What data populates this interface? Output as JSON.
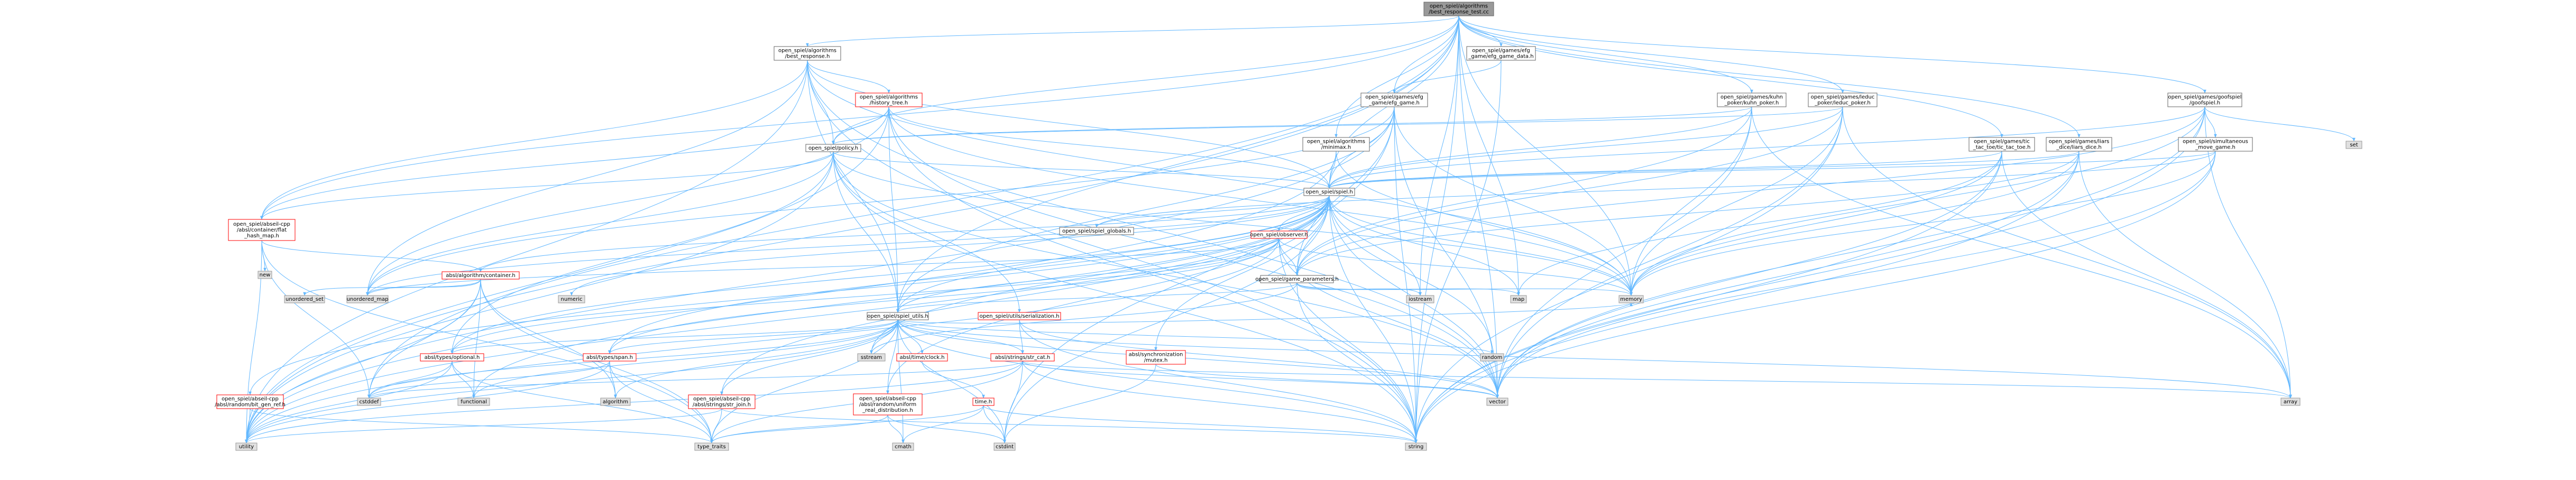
{
  "colors": {
    "root_fill": "#999999",
    "root_border": "#666666",
    "doc_fill": "#ffffff",
    "doc_border": "#666666",
    "incomplete_border": "#ff0000",
    "system_fill": "#e0e0e0",
    "system_border": "#999999",
    "edge": "#63b8ff"
  },
  "nodes": [
    {
      "id": "root",
      "kind": "root",
      "lines": [
        "open_spiel/algorithms",
        "/best_response_test.cc"
      ]
    },
    {
      "id": "br_h",
      "kind": "doc",
      "lines": [
        "open_spiel/algorithms",
        "/best_response.h"
      ]
    },
    {
      "id": "efg_game_data",
      "kind": "doc",
      "lines": [
        "open_spiel/games/efg",
        "_game/efg_game_data.h"
      ]
    },
    {
      "id": "kuhn",
      "kind": "doc",
      "lines": [
        "open_spiel/games/kuhn",
        "_poker/kuhn_poker.h"
      ]
    },
    {
      "id": "leduc",
      "kind": "doc",
      "lines": [
        "open_spiel/games/leduc",
        "_poker/leduc_poker.h"
      ]
    },
    {
      "id": "goofspiel",
      "kind": "doc",
      "lines": [
        "open_spiel/games/goofspiel",
        "/goofspiel.h"
      ]
    },
    {
      "id": "history_tree",
      "kind": "incomplete",
      "lines": [
        "open_spiel/algorithms",
        "/history_tree.h"
      ]
    },
    {
      "id": "efg_game",
      "kind": "doc",
      "lines": [
        "open_spiel/games/efg",
        "_game/efg_game.h"
      ]
    },
    {
      "id": "tic_tac_toe",
      "kind": "doc",
      "lines": [
        "open_spiel/games/tic",
        "_tac_toe/tic_tac_toe.h"
      ]
    },
    {
      "id": "liars_dice",
      "kind": "doc",
      "lines": [
        "open_spiel/games/liars",
        "_dice/liars_dice.h"
      ]
    },
    {
      "id": "simmove",
      "kind": "doc",
      "lines": [
        "open_spiel/simultaneous",
        "_move_game.h"
      ]
    },
    {
      "id": "set",
      "kind": "system",
      "lines": [
        "set"
      ]
    },
    {
      "id": "policy",
      "kind": "doc",
      "lines": [
        "open_spiel/policy.h"
      ]
    },
    {
      "id": "minimax",
      "kind": "doc",
      "lines": [
        "open_spiel/algorithms",
        "/minimax.h"
      ]
    },
    {
      "id": "spiel",
      "kind": "doc",
      "lines": [
        "open_spiel/spiel.h"
      ]
    },
    {
      "id": "flat_hash_map",
      "kind": "incomplete",
      "lines": [
        "open_spiel/abseil-cpp",
        "/absl/container/flat",
        "_hash_map.h"
      ]
    },
    {
      "id": "spiel_globals",
      "kind": "doc",
      "lines": [
        "open_spiel/spiel_globals.h"
      ]
    },
    {
      "id": "observer",
      "kind": "incomplete",
      "lines": [
        "open_spiel/observer.h"
      ]
    },
    {
      "id": "new",
      "kind": "system",
      "lines": [
        "new"
      ]
    },
    {
      "id": "absl_container",
      "kind": "incomplete",
      "lines": [
        "absl/algorithm/container.h"
      ]
    },
    {
      "id": "game_parameters",
      "kind": "doc",
      "lines": [
        "open_spiel/game_parameters.h"
      ]
    },
    {
      "id": "unordered_set",
      "kind": "system",
      "lines": [
        "unordered_set"
      ]
    },
    {
      "id": "unordered_map",
      "kind": "system",
      "lines": [
        "unordered_map"
      ]
    },
    {
      "id": "numeric",
      "kind": "system",
      "lines": [
        "numeric"
      ]
    },
    {
      "id": "spiel_utils",
      "kind": "doc",
      "lines": [
        "open_spiel/spiel_utils.h"
      ]
    },
    {
      "id": "serialization",
      "kind": "incomplete",
      "lines": [
        "open_spiel/utils/serialization.h"
      ]
    },
    {
      "id": "iostream",
      "kind": "system",
      "lines": [
        "iostream"
      ]
    },
    {
      "id": "map",
      "kind": "system",
      "lines": [
        "map"
      ]
    },
    {
      "id": "memory",
      "kind": "system",
      "lines": [
        "memory"
      ]
    },
    {
      "id": "types_optional",
      "kind": "incomplete",
      "lines": [
        "absl/types/optional.h"
      ]
    },
    {
      "id": "types_span",
      "kind": "incomplete",
      "lines": [
        "absl/types/span.h"
      ]
    },
    {
      "id": "time_clock",
      "kind": "incomplete",
      "lines": [
        "absl/time/clock.h"
      ]
    },
    {
      "id": "str_cat",
      "kind": "incomplete",
      "lines": [
        "absl/strings/str_cat.h"
      ]
    },
    {
      "id": "sstream",
      "kind": "system",
      "lines": [
        "sstream"
      ]
    },
    {
      "id": "mutex",
      "kind": "incomplete",
      "lines": [
        "absl/synchronization",
        "/mutex.h"
      ]
    },
    {
      "id": "random",
      "kind": "system",
      "lines": [
        "random"
      ]
    },
    {
      "id": "bit_gen_ref",
      "kind": "incomplete",
      "lines": [
        "open_spiel/abseil-cpp",
        "/absl/random/bit_gen_ref.h"
      ]
    },
    {
      "id": "cstddef",
      "kind": "system",
      "lines": [
        "cstddef"
      ]
    },
    {
      "id": "functional",
      "kind": "system",
      "lines": [
        "functional"
      ]
    },
    {
      "id": "algorithm",
      "kind": "system",
      "lines": [
        "algorithm"
      ]
    },
    {
      "id": "str_join",
      "kind": "incomplete",
      "lines": [
        "open_spiel/abseil-cpp",
        "/absl/strings/str_join.h"
      ]
    },
    {
      "id": "uniform_real",
      "kind": "incomplete",
      "lines": [
        "open_spiel/abseil-cpp",
        "/absl/random/uniform",
        "_real_distribution.h"
      ]
    },
    {
      "id": "time_h",
      "kind": "incomplete",
      "lines": [
        "time.h"
      ]
    },
    {
      "id": "vector",
      "kind": "system",
      "lines": [
        "vector"
      ]
    },
    {
      "id": "array",
      "kind": "system",
      "lines": [
        "array"
      ]
    },
    {
      "id": "utility",
      "kind": "system",
      "lines": [
        "utility"
      ]
    },
    {
      "id": "type_traits",
      "kind": "system",
      "lines": [
        "type_traits"
      ]
    },
    {
      "id": "cmath",
      "kind": "system",
      "lines": [
        "cmath"
      ]
    },
    {
      "id": "cstdint",
      "kind": "system",
      "lines": [
        "cstdint"
      ]
    },
    {
      "id": "string",
      "kind": "system",
      "lines": [
        "string"
      ]
    }
  ],
  "edges": [
    [
      "root",
      "br_h"
    ],
    [
      "root",
      "efg_game_data"
    ],
    [
      "root",
      "kuhn"
    ],
    [
      "root",
      "leduc"
    ],
    [
      "root",
      "goofspiel"
    ],
    [
      "root",
      "tic_tac_toe"
    ],
    [
      "root",
      "liars_dice"
    ],
    [
      "root",
      "policy"
    ],
    [
      "root",
      "spiel"
    ],
    [
      "root",
      "spiel_utils"
    ],
    [
      "root",
      "efg_game"
    ],
    [
      "root",
      "minimax"
    ],
    [
      "root",
      "flat_hash_map"
    ],
    [
      "root",
      "cstddef"
    ],
    [
      "root",
      "memory"
    ],
    [
      "root",
      "string"
    ],
    [
      "root",
      "vector"
    ],
    [
      "root",
      "utility"
    ],
    [
      "root",
      "iostream"
    ],
    [
      "root",
      "map"
    ],
    [
      "br_h",
      "history_tree"
    ],
    [
      "br_h",
      "policy"
    ],
    [
      "br_h",
      "spiel"
    ],
    [
      "br_h",
      "spiel_utils"
    ],
    [
      "br_h",
      "flat_hash_map"
    ],
    [
      "br_h",
      "unordered_map"
    ],
    [
      "br_h",
      "memory"
    ],
    [
      "br_h",
      "string"
    ],
    [
      "br_h",
      "vector"
    ],
    [
      "br_h",
      "utility"
    ],
    [
      "efg_game_data",
      "efg_game"
    ],
    [
      "efg_game_data",
      "string"
    ],
    [
      "kuhn",
      "policy"
    ],
    [
      "kuhn",
      "spiel"
    ],
    [
      "kuhn",
      "game_parameters"
    ],
    [
      "kuhn",
      "memory"
    ],
    [
      "kuhn",
      "array"
    ],
    [
      "kuhn",
      "vector"
    ],
    [
      "leduc",
      "policy"
    ],
    [
      "leduc",
      "spiel"
    ],
    [
      "leduc",
      "game_parameters"
    ],
    [
      "leduc",
      "memory"
    ],
    [
      "leduc",
      "array"
    ],
    [
      "leduc",
      "vector"
    ],
    [
      "leduc",
      "string"
    ],
    [
      "goofspiel",
      "simmove"
    ],
    [
      "goofspiel",
      "spiel"
    ],
    [
      "goofspiel",
      "game_parameters"
    ],
    [
      "goofspiel",
      "set"
    ],
    [
      "goofspiel",
      "memory"
    ],
    [
      "goofspiel",
      "string"
    ],
    [
      "goofspiel",
      "vector"
    ],
    [
      "goofspiel",
      "array"
    ],
    [
      "history_tree",
      "policy"
    ],
    [
      "history_tree",
      "spiel"
    ],
    [
      "history_tree",
      "flat_hash_map"
    ],
    [
      "history_tree",
      "spiel_utils"
    ],
    [
      "history_tree",
      "memory"
    ],
    [
      "history_tree",
      "string"
    ],
    [
      "history_tree",
      "vector"
    ],
    [
      "history_tree",
      "unordered_map"
    ],
    [
      "history_tree",
      "utility"
    ],
    [
      "efg_game",
      "spiel"
    ],
    [
      "efg_game",
      "spiel_utils"
    ],
    [
      "efg_game",
      "game_parameters"
    ],
    [
      "efg_game",
      "memory"
    ],
    [
      "efg_game",
      "string"
    ],
    [
      "efg_game",
      "vector"
    ],
    [
      "efg_game",
      "utility"
    ],
    [
      "efg_game",
      "unordered_map"
    ],
    [
      "efg_game",
      "cstdint"
    ],
    [
      "tic_tac_toe",
      "spiel"
    ],
    [
      "tic_tac_toe",
      "array"
    ],
    [
      "tic_tac_toe",
      "map"
    ],
    [
      "tic_tac_toe",
      "memory"
    ],
    [
      "tic_tac_toe",
      "string"
    ],
    [
      "tic_tac_toe",
      "vector"
    ],
    [
      "liars_dice",
      "spiel"
    ],
    [
      "liars_dice",
      "memory"
    ],
    [
      "liars_dice",
      "string"
    ],
    [
      "liars_dice",
      "vector"
    ],
    [
      "liars_dice",
      "array"
    ],
    [
      "liars_dice",
      "game_parameters"
    ],
    [
      "simmove",
      "spiel"
    ],
    [
      "simmove",
      "spiel_globals"
    ],
    [
      "simmove",
      "memory"
    ],
    [
      "simmove",
      "string"
    ],
    [
      "simmove",
      "vector"
    ],
    [
      "policy",
      "spiel"
    ],
    [
      "policy",
      "spiel_utils"
    ],
    [
      "policy",
      "serialization"
    ],
    [
      "policy",
      "flat_hash_map"
    ],
    [
      "policy",
      "types_optional"
    ],
    [
      "policy",
      "memory"
    ],
    [
      "policy",
      "string"
    ],
    [
      "policy",
      "vector"
    ],
    [
      "policy",
      "utility"
    ],
    [
      "policy",
      "unordered_map"
    ],
    [
      "minimax",
      "spiel"
    ],
    [
      "minimax",
      "memory"
    ],
    [
      "minimax",
      "utility"
    ],
    [
      "spiel",
      "spiel_globals"
    ],
    [
      "spiel",
      "observer"
    ],
    [
      "spiel",
      "game_parameters"
    ],
    [
      "spiel",
      "spiel_utils"
    ],
    [
      "spiel",
      "absl_container"
    ],
    [
      "spiel",
      "types_optional"
    ],
    [
      "spiel",
      "types_span"
    ],
    [
      "spiel",
      "mutex"
    ],
    [
      "spiel",
      "bit_gen_ref"
    ],
    [
      "spiel",
      "str_join"
    ],
    [
      "spiel",
      "uniform_real"
    ],
    [
      "spiel",
      "functional"
    ],
    [
      "spiel",
      "iostream"
    ],
    [
      "spiel",
      "map"
    ],
    [
      "spiel",
      "memory"
    ],
    [
      "spiel",
      "random"
    ],
    [
      "spiel",
      "string"
    ],
    [
      "spiel",
      "vector"
    ],
    [
      "spiel",
      "utility"
    ],
    [
      "spiel",
      "unordered_map"
    ],
    [
      "spiel",
      "cstdint"
    ],
    [
      "spiel",
      "numeric"
    ],
    [
      "spiel",
      "sstream"
    ],
    [
      "flat_hash_map",
      "absl_container"
    ],
    [
      "flat_hash_map",
      "new"
    ],
    [
      "flat_hash_map",
      "type_traits"
    ],
    [
      "flat_hash_map",
      "utility"
    ],
    [
      "flat_hash_map",
      "cstddef"
    ],
    [
      "observer",
      "game_parameters"
    ],
    [
      "observer",
      "spiel_utils"
    ],
    [
      "observer",
      "types_optional"
    ],
    [
      "observer",
      "types_span"
    ],
    [
      "observer",
      "memory"
    ],
    [
      "observer",
      "string"
    ],
    [
      "observer",
      "vector"
    ],
    [
      "observer",
      "unordered_map"
    ],
    [
      "observer",
      "utility"
    ],
    [
      "absl_container",
      "algorithm"
    ],
    [
      "absl_container",
      "cstddef"
    ],
    [
      "absl_container",
      "functional"
    ],
    [
      "absl_container",
      "unordered_set"
    ],
    [
      "absl_container",
      "unordered_map"
    ],
    [
      "absl_container",
      "type_traits"
    ],
    [
      "absl_container",
      "utility"
    ],
    [
      "game_parameters",
      "spiel_utils"
    ],
    [
      "game_parameters",
      "map"
    ],
    [
      "game_parameters",
      "memory"
    ],
    [
      "game_parameters",
      "string"
    ],
    [
      "game_parameters",
      "iostream"
    ],
    [
      "game_parameters",
      "sstream"
    ],
    [
      "spiel_utils",
      "types_optional"
    ],
    [
      "spiel_utils",
      "types_span"
    ],
    [
      "spiel_utils",
      "time_clock"
    ],
    [
      "spiel_utils",
      "str_cat"
    ],
    [
      "spiel_utils",
      "str_join"
    ],
    [
      "spiel_utils",
      "uniform_real"
    ],
    [
      "spiel_utils",
      "sstream"
    ],
    [
      "spiel_utils",
      "random"
    ],
    [
      "spiel_utils",
      "vector"
    ],
    [
      "spiel_utils",
      "string"
    ],
    [
      "spiel_utils",
      "cmath"
    ],
    [
      "spiel_utils",
      "cstdint"
    ],
    [
      "spiel_utils",
      "utility"
    ],
    [
      "spiel_utils",
      "type_traits"
    ],
    [
      "spiel_utils",
      "array"
    ],
    [
      "spiel_utils",
      "memory"
    ],
    [
      "spiel_utils",
      "functional"
    ],
    [
      "spiel_utils",
      "cstddef"
    ],
    [
      "spiel_utils",
      "algorithm"
    ],
    [
      "serialization",
      "str_cat"
    ],
    [
      "serialization",
      "string"
    ],
    [
      "serialization",
      "vector"
    ],
    [
      "types_optional",
      "utility"
    ],
    [
      "types_optional",
      "type_traits"
    ],
    [
      "types_optional",
      "functional"
    ],
    [
      "types_optional",
      "cstddef"
    ],
    [
      "types_span",
      "algorithm"
    ],
    [
      "types_span",
      "type_traits"
    ],
    [
      "types_span",
      "utility"
    ],
    [
      "types_span",
      "cstddef"
    ],
    [
      "time_clock",
      "time_h"
    ],
    [
      "str_cat",
      "array"
    ],
    [
      "str_cat",
      "cstdint"
    ],
    [
      "str_cat",
      "string"
    ],
    [
      "str_cat",
      "type_traits"
    ],
    [
      "str_cat",
      "vector"
    ],
    [
      "str_cat",
      "utility"
    ],
    [
      "str_cat",
      "cstddef"
    ],
    [
      "mutex",
      "cstdint"
    ],
    [
      "mutex",
      "vector"
    ],
    [
      "bit_gen_ref",
      "utility"
    ],
    [
      "bit_gen_ref",
      "type_traits"
    ],
    [
      "str_join",
      "type_traits"
    ],
    [
      "str_join",
      "utility"
    ],
    [
      "str_join",
      "string"
    ],
    [
      "uniform_real",
      "cmath"
    ],
    [
      "uniform_real",
      "cstdint"
    ],
    [
      "uniform_real",
      "type_traits"
    ],
    [
      "time_h",
      "string"
    ],
    [
      "time_h",
      "cstdint"
    ],
    [
      "time_h",
      "cmath"
    ],
    [
      "time_h",
      "type_traits"
    ]
  ]
}
